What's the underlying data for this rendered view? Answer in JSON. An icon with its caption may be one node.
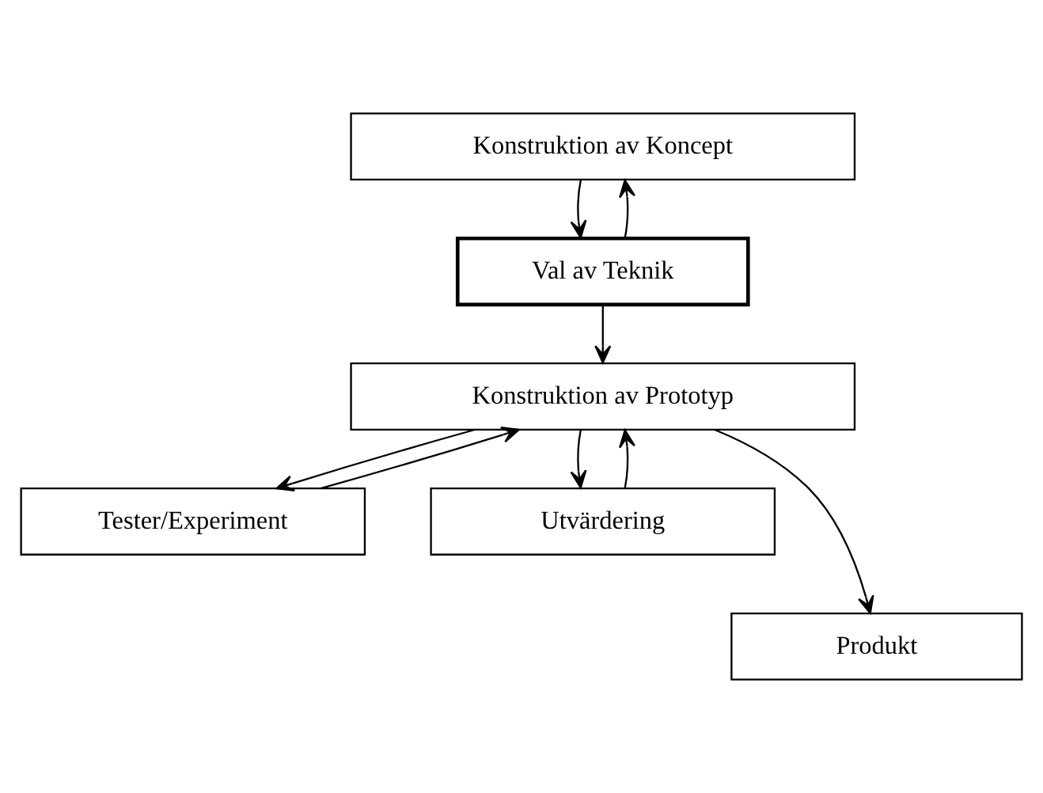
{
  "diagram": {
    "nodes": [
      {
        "text": [
          "Konstruktion av Koncept"
        ]
      },
      {
        "text": [
          "Val av Teknik"
        ]
      },
      {
        "text": [
          "Konstruktion av Prototyp"
        ]
      },
      {
        "text": [
          "Tester/Experiment"
        ]
      },
      {
        "text": [
          "Utvärdering"
        ]
      },
      {
        "text": [
          "Produkt"
        ]
      }
    ],
    "edges": [
      {
        "from": 0,
        "to": 1,
        "arrow": "to"
      },
      {
        "from": 1,
        "to": 0,
        "arrow": "to"
      },
      {
        "from": 1,
        "to": 2,
        "arrow": "to"
      },
      {
        "from": 2,
        "to": 3,
        "arrow": "to"
      },
      {
        "from": 3,
        "to": 2,
        "arrow": "to"
      },
      {
        "from": 4,
        "to": 2,
        "arrow": "to"
      },
      {
        "from": 2,
        "to": 4,
        "arrow": "to"
      },
      {
        "from": 2,
        "to": 5,
        "arrow": "to"
      }
    ]
  }
}
